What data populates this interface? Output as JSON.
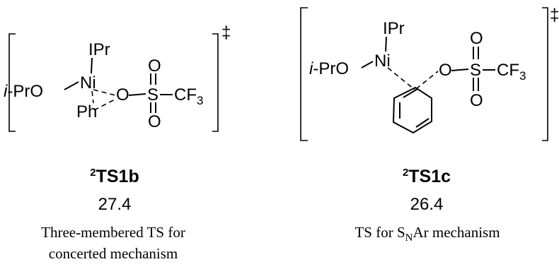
{
  "structures": [
    {
      "atoms": {
        "ligand": "IPr",
        "metal": "Ni",
        "alkoxide_prefix": "i",
        "alkoxide_rest": "-PrO",
        "aryl": "Ph",
        "o_bridge": "O",
        "sulfur": "S",
        "o_top": "O",
        "o_bottom": "O",
        "cf3_main": "CF",
        "cf3_sub": "3"
      },
      "ts_marker": "‡",
      "label_sup": "2",
      "label": "TS1b",
      "energy": "27.4",
      "description_lines": [
        "Three-membered TS for",
        "concerted mechanism"
      ]
    },
    {
      "atoms": {
        "ligand": "IPr",
        "metal": "Ni",
        "alkoxide_prefix": "i",
        "alkoxide_rest": "-PrO",
        "o_bridge": "O",
        "sulfur": "S",
        "o_top": "O",
        "o_bottom": "O",
        "cf3_main": "CF",
        "cf3_sub": "3"
      },
      "ts_marker": "‡",
      "label_sup": "2",
      "label": "TS1c",
      "energy": "26.4",
      "description_pre": "TS for S",
      "description_sub": "N",
      "description_post": "Ar mechanism"
    }
  ]
}
